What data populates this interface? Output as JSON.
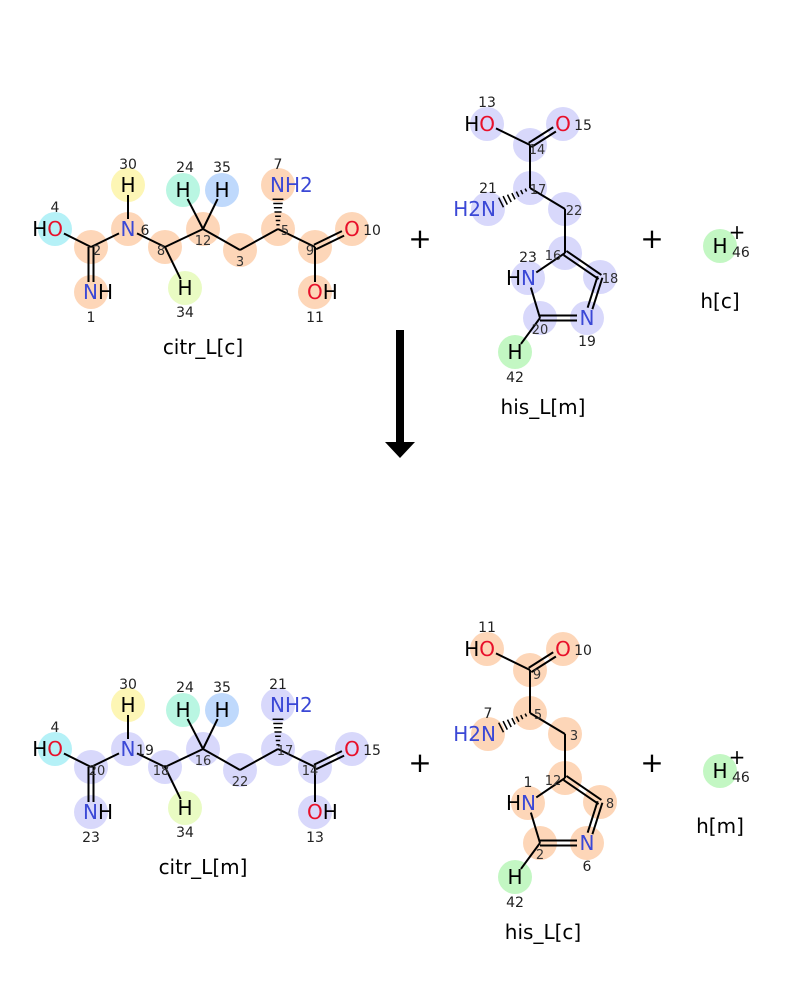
{
  "colors": {
    "oxygen": "#e8102a",
    "nitrogen": "#3b48d6",
    "hydrogen": "#000000",
    "bond": "#000000"
  },
  "operators": {
    "plus": "+"
  },
  "reactants": [
    {
      "name": "citr_L[c]",
      "atoms": [
        {
          "label": "HO",
          "num": "4",
          "color": "#b5f1f7"
        },
        {
          "label": "",
          "num": "2",
          "color": "#fdd6b8"
        },
        {
          "label": "NH",
          "num": "1",
          "color": "#fdd6b8"
        },
        {
          "label": "N",
          "num": "6",
          "color": "#fdd6b8"
        },
        {
          "label": "H",
          "num": "30",
          "color": "#fdf6b5"
        },
        {
          "label": "",
          "num": "8",
          "color": "#fdd6b8"
        },
        {
          "label": "",
          "num": "12",
          "color": "#fdd6b8"
        },
        {
          "label": "H",
          "num": "24",
          "color": "#b9f6e2"
        },
        {
          "label": "H",
          "num": "35",
          "color": "#bfd9fc"
        },
        {
          "label": "H",
          "num": "34",
          "color": "#e9fbc3"
        },
        {
          "label": "",
          "num": "3",
          "color": "#fdd6b8"
        },
        {
          "label": "",
          "num": "5",
          "color": "#fdd6b8"
        },
        {
          "label": "NH2",
          "num": "7",
          "color": "#fdd6b8"
        },
        {
          "label": "",
          "num": "9",
          "color": "#fdd6b8"
        },
        {
          "label": "O",
          "num": "10",
          "color": "#fdd6b8"
        },
        {
          "label": "OH",
          "num": "11",
          "color": "#fdd6b8"
        }
      ]
    },
    {
      "name": "his_L[m]",
      "atoms": [
        {
          "label": "HO",
          "num": "13",
          "color": "#d8d8fb"
        },
        {
          "label": "O",
          "num": "15",
          "color": "#d8d8fb"
        },
        {
          "label": "",
          "num": "14",
          "color": "#d8d8fb"
        },
        {
          "label": "",
          "num": "17",
          "color": "#d8d8fb"
        },
        {
          "label": "H2N",
          "num": "21",
          "color": "#d8d8fb"
        },
        {
          "label": "",
          "num": "22",
          "color": "#d8d8fb"
        },
        {
          "label": "",
          "num": "16",
          "color": "#d8d8fb"
        },
        {
          "label": "HN",
          "num": "23",
          "color": "#d8d8fb"
        },
        {
          "label": "",
          "num": "18",
          "color": "#d8d8fb"
        },
        {
          "label": "N",
          "num": "19",
          "color": "#d8d8fb"
        },
        {
          "label": "",
          "num": "20",
          "color": "#d8d8fb"
        },
        {
          "label": "H",
          "num": "42",
          "color": "#c3f7c3"
        }
      ]
    },
    {
      "name": "h[c]",
      "atoms": [
        {
          "label": "H",
          "num": "46",
          "charge": "+",
          "color": "#c3f7c3"
        }
      ]
    }
  ],
  "products": [
    {
      "name": "citr_L[m]",
      "atoms": [
        {
          "label": "HO",
          "num": "4",
          "color": "#b5f1f7"
        },
        {
          "label": "",
          "num": "20",
          "color": "#d8d8fb"
        },
        {
          "label": "NH",
          "num": "23",
          "color": "#d8d8fb"
        },
        {
          "label": "N",
          "num": "19",
          "color": "#d8d8fb"
        },
        {
          "label": "H",
          "num": "30",
          "color": "#fdf6b5"
        },
        {
          "label": "",
          "num": "18",
          "color": "#d8d8fb"
        },
        {
          "label": "",
          "num": "16",
          "color": "#d8d8fb"
        },
        {
          "label": "H",
          "num": "24",
          "color": "#b9f6e2"
        },
        {
          "label": "H",
          "num": "35",
          "color": "#bfd9fc"
        },
        {
          "label": "H",
          "num": "34",
          "color": "#e9fbc3"
        },
        {
          "label": "",
          "num": "22",
          "color": "#d8d8fb"
        },
        {
          "label": "",
          "num": "17",
          "color": "#d8d8fb"
        },
        {
          "label": "NH2",
          "num": "21",
          "color": "#d8d8fb"
        },
        {
          "label": "",
          "num": "14",
          "color": "#d8d8fb"
        },
        {
          "label": "O",
          "num": "15",
          "color": "#d8d8fb"
        },
        {
          "label": "OH",
          "num": "13",
          "color": "#d8d8fb"
        }
      ]
    },
    {
      "name": "his_L[c]",
      "atoms": [
        {
          "label": "HO",
          "num": "11",
          "color": "#fdd6b8"
        },
        {
          "label": "O",
          "num": "10",
          "color": "#fdd6b8"
        },
        {
          "label": "",
          "num": "9",
          "color": "#fdd6b8"
        },
        {
          "label": "",
          "num": "5",
          "color": "#fdd6b8"
        },
        {
          "label": "H2N",
          "num": "7",
          "color": "#fdd6b8"
        },
        {
          "label": "",
          "num": "3",
          "color": "#fdd6b8"
        },
        {
          "label": "",
          "num": "12",
          "color": "#fdd6b8"
        },
        {
          "label": "HN",
          "num": "1",
          "color": "#fdd6b8"
        },
        {
          "label": "",
          "num": "8",
          "color": "#fdd6b8"
        },
        {
          "label": "N",
          "num": "6",
          "color": "#fdd6b8"
        },
        {
          "label": "",
          "num": "2",
          "color": "#fdd6b8"
        },
        {
          "label": "H",
          "num": "42",
          "color": "#c3f7c3"
        }
      ]
    },
    {
      "name": "h[m]",
      "atoms": [
        {
          "label": "H",
          "num": "46",
          "charge": "+",
          "color": "#c3f7c3"
        }
      ]
    }
  ]
}
